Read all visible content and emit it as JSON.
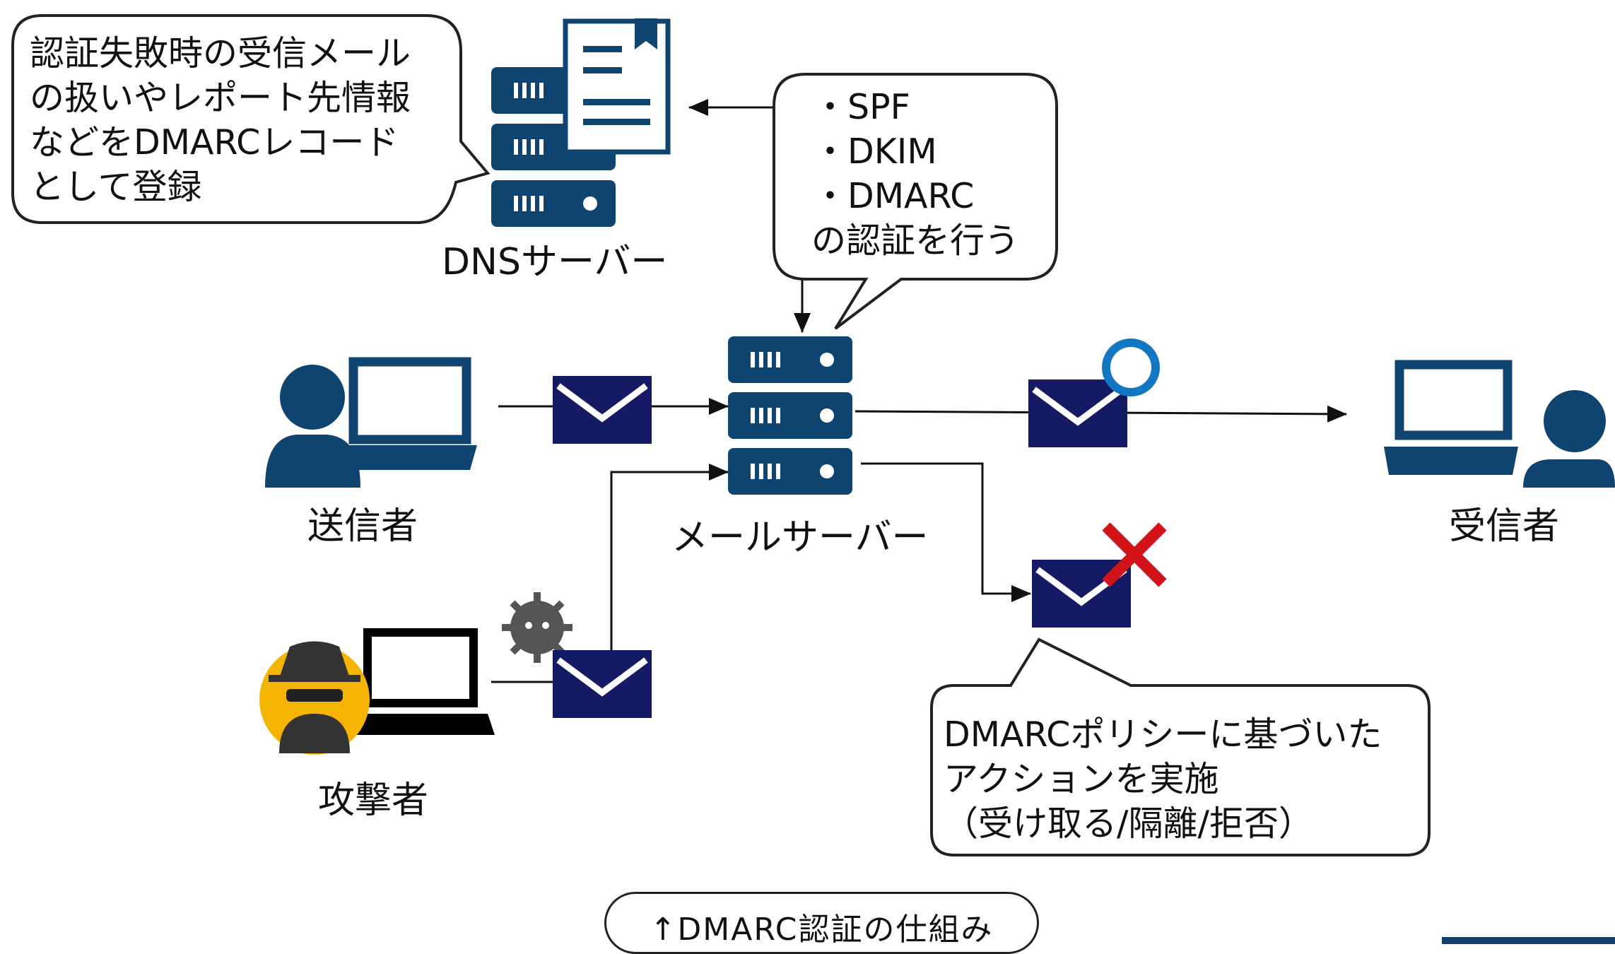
{
  "colors": {
    "server": "#0f4470",
    "person": "#0f4470",
    "envelope": "#141a63",
    "ok_ring": "#1278c4",
    "reject_x": "#d2141a",
    "attacker_badge": "#f5b400",
    "virus": "#555555",
    "line": "#111111"
  },
  "dns_callout": {
    "lines": [
      "認証失敗時の受信メール",
      "の扱いやレポート先情報",
      "などをDMARCレコード",
      "として登録"
    ]
  },
  "auth_callout": {
    "lines": [
      "・SPF",
      "・DKIM",
      "・DMARC",
      "の認証を行う"
    ]
  },
  "policy_callout": {
    "lines": [
      "DMARCポリシーに基づいた",
      "アクションを実施",
      "（受け取る/隔離/拒否）"
    ]
  },
  "labels": {
    "dns_server": "DNSサーバー",
    "mail_server": "メールサーバー",
    "sender": "送信者",
    "receiver": "受信者",
    "attacker": "攻撃者"
  },
  "icons": {
    "dns_server": "server-stack-icon",
    "dns_record": "document-bookmark-icon",
    "mail_server": "server-stack-icon",
    "sender": "user-laptop-icon",
    "receiver": "user-laptop-icon",
    "attacker": "spy-laptop-icon",
    "virus": "virus-icon",
    "envelope": "envelope-icon",
    "accepted": "circle-ok-icon",
    "rejected": "cross-icon"
  },
  "caption": "↑DMARC認証の仕組み"
}
